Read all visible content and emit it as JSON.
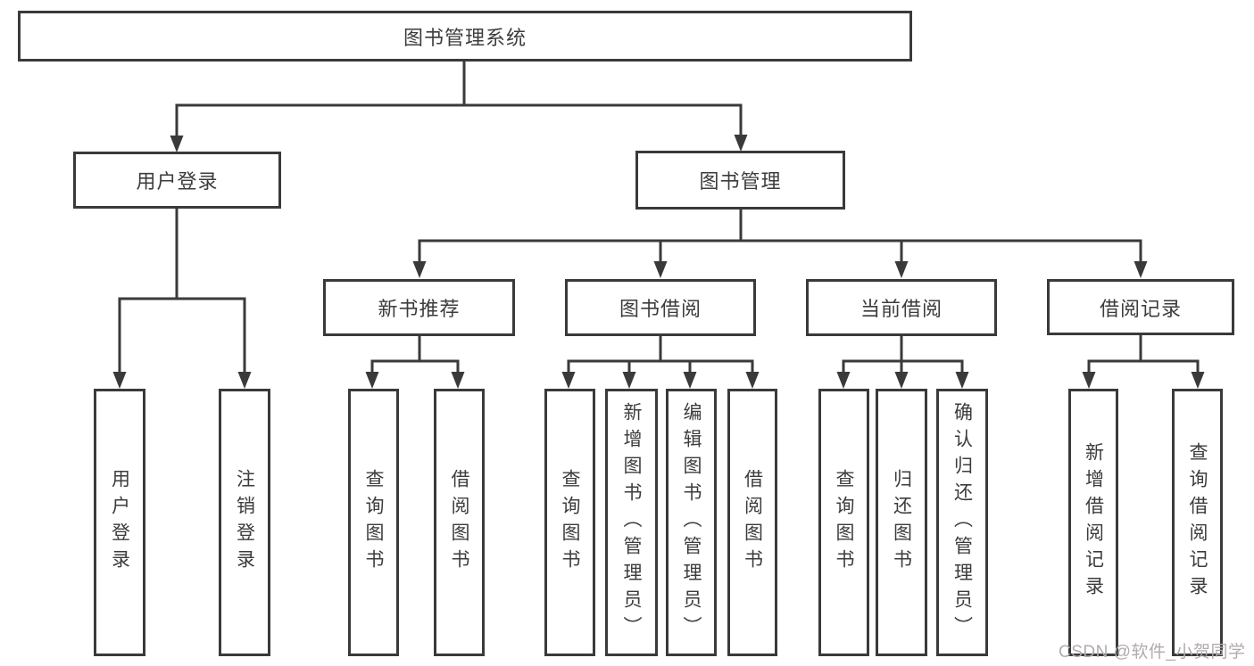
{
  "tree": {
    "root": {
      "label": "图书管理系统"
    },
    "children": [
      {
        "label": "用户登录",
        "children": [
          {
            "label": "用户登录"
          },
          {
            "label": "注销登录"
          }
        ]
      },
      {
        "label": "图书管理",
        "children": [
          {
            "label": "新书推荐",
            "children": [
              {
                "label": "查询图书"
              },
              {
                "label": "借阅图书"
              }
            ]
          },
          {
            "label": "图书借阅",
            "children": [
              {
                "label": "查询图书"
              },
              {
                "label": "新增图书（管理员）"
              },
              {
                "label": "编辑图书（管理员）"
              },
              {
                "label": "借阅图书"
              }
            ]
          },
          {
            "label": "当前借阅",
            "children": [
              {
                "label": "查询图书"
              },
              {
                "label": "归还图书"
              },
              {
                "label": "确认归还（管理员）"
              }
            ]
          },
          {
            "label": "借阅记录",
            "children": [
              {
                "label": "新增借阅记录"
              },
              {
                "label": "查询借阅记录"
              }
            ]
          }
        ]
      }
    ]
  },
  "watermark": {
    "text": "CSDN @软件_小贺同学"
  },
  "colors": {
    "line": "#3a3a3a",
    "text": "#3c3c3c",
    "background": "#ffffff",
    "watermark": "#b2abab"
  }
}
